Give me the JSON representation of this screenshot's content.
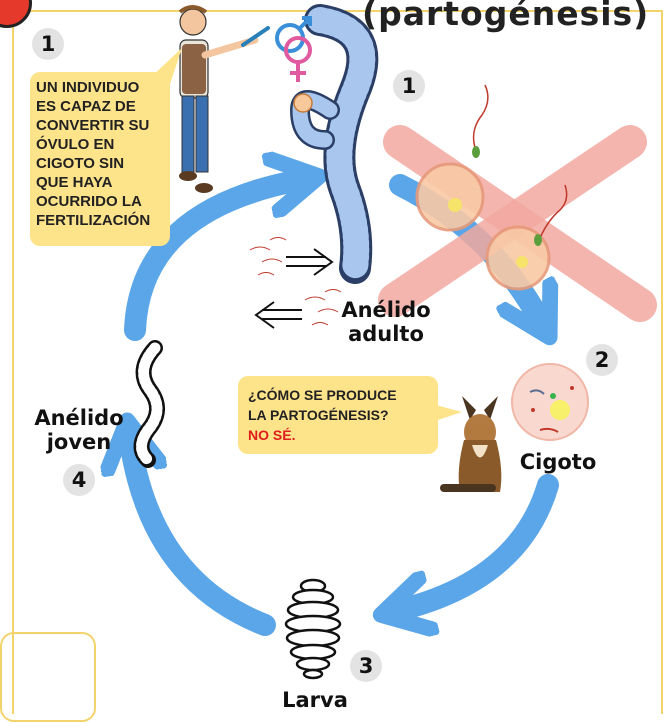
{
  "title": "(partogénesis)",
  "speech_bubble_left": {
    "lines": [
      "UN INDIVIDUO",
      "ES CAPAZ DE",
      "CONVERTIR SU",
      "ÓVULO EN",
      "CIGOTO SIN",
      "QUE HAYA",
      "OCURRIDO LA",
      "FERTILIZACIÓN"
    ]
  },
  "speech_bubble_dog": {
    "line1": "¿CÓMO SE PRODUCE",
    "line2": "LA PARTOGÉNESIS?",
    "line3": "NO SÉ."
  },
  "stages": {
    "step_top_left": "1",
    "step1": {
      "number": "1",
      "label_line1": "Anélido",
      "label_line2": "adulto"
    },
    "step2": {
      "number": "2",
      "label": "Cigoto"
    },
    "step3": {
      "number": "3",
      "label": "Larva"
    },
    "step4": {
      "number": "4",
      "label_line1": "Anélido",
      "label_line2": "joven"
    }
  },
  "colors": {
    "cycle_arrow": "#5aa6e8",
    "worm_fill": "#a9c6ee",
    "cross": "#f2a9a0",
    "bubble": "#fde38a",
    "frame": "#f3d36b",
    "emphasis_red": "#e01d1d"
  }
}
